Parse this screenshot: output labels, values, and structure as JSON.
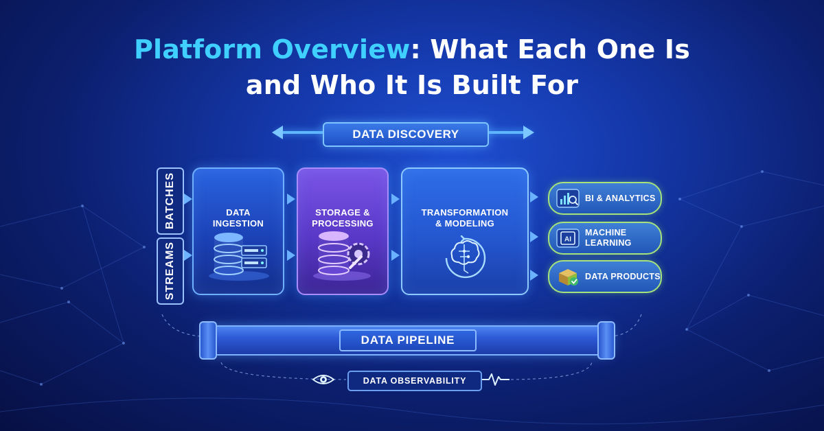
{
  "title": {
    "highlight": "Platform Overview",
    "line1_rest": ": What Each One Is",
    "line2": "and Who It Is Built For"
  },
  "colors": {
    "highlight": "#3fd0ff",
    "background": "#1437a8",
    "output_border": "#a6e37a",
    "storage": "#6a45d6"
  },
  "discovery": {
    "label": "DATA DISCOVERY",
    "icon": "double-arrow-icon"
  },
  "inputs": [
    {
      "label": "BATCHES"
    },
    {
      "label": "STREAMS"
    }
  ],
  "stages": [
    {
      "label_line1": "DATA",
      "label_line2": "INGESTION",
      "icon": "database-server-icon"
    },
    {
      "label_line1": "STORAGE &",
      "label_line2": "PROCESSING",
      "icon": "database-gear-icon"
    },
    {
      "label_line1": "TRANSFORMATION",
      "label_line2": "& MODELING",
      "icon": "brain-circuit-icon"
    }
  ],
  "outputs": [
    {
      "label_line1": "BI & ANALYTICS",
      "label_line2": "",
      "icon": "analytics-chart-icon"
    },
    {
      "label_line1": "MACHINE",
      "label_line2": "LEARNING",
      "icon": "ai-chip-icon",
      "icon_text": "AI"
    },
    {
      "label_line1": "DATA PRODUCTS",
      "label_line2": "",
      "icon": "product-box-check-icon"
    }
  ],
  "pipeline": {
    "label": "DATA PIPELINE"
  },
  "observability": {
    "label": "DATA OBSERVABILITY",
    "icons": [
      "eye-icon",
      "heartbeat-icon"
    ]
  }
}
